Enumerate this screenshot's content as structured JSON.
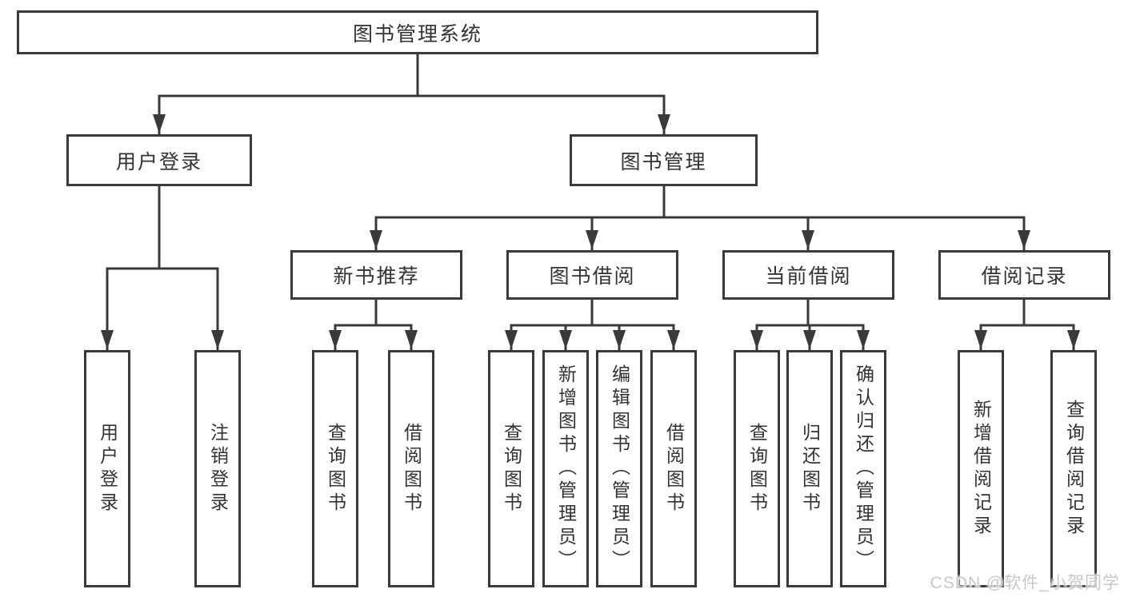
{
  "diagram": {
    "tree": {
      "label": "图书管理系统",
      "children": [
        {
          "label": "用户登录",
          "children": [
            {
              "label": "用户登录"
            },
            {
              "label": "注销登录"
            }
          ]
        },
        {
          "label": "图书管理",
          "children": [
            {
              "label": "新书推荐",
              "children": [
                {
                  "label": "查询图书"
                },
                {
                  "label": "借阅图书"
                }
              ]
            },
            {
              "label": "图书借阅",
              "children": [
                {
                  "label": "查询图书"
                },
                {
                  "label": "新增图书（管理员）"
                },
                {
                  "label": "编辑图书（管理员）"
                },
                {
                  "label": "借阅图书"
                }
              ]
            },
            {
              "label": "当前借阅",
              "children": [
                {
                  "label": "查询图书"
                },
                {
                  "label": "归还图书"
                },
                {
                  "label": "确认归还（管理员）"
                }
              ]
            },
            {
              "label": "借阅记录",
              "children": [
                {
                  "label": "新增借阅记录"
                },
                {
                  "label": "查询借阅记录"
                }
              ]
            }
          ]
        }
      ]
    },
    "watermark": {
      "text": "CSDN @软件_小贺同学"
    },
    "colors": {
      "line": "#3a3a3a",
      "box_border": "#3a3a3a",
      "box_fill": "#ffffff",
      "text": "#333333",
      "watermark_text": "#c8c8c8"
    }
  }
}
